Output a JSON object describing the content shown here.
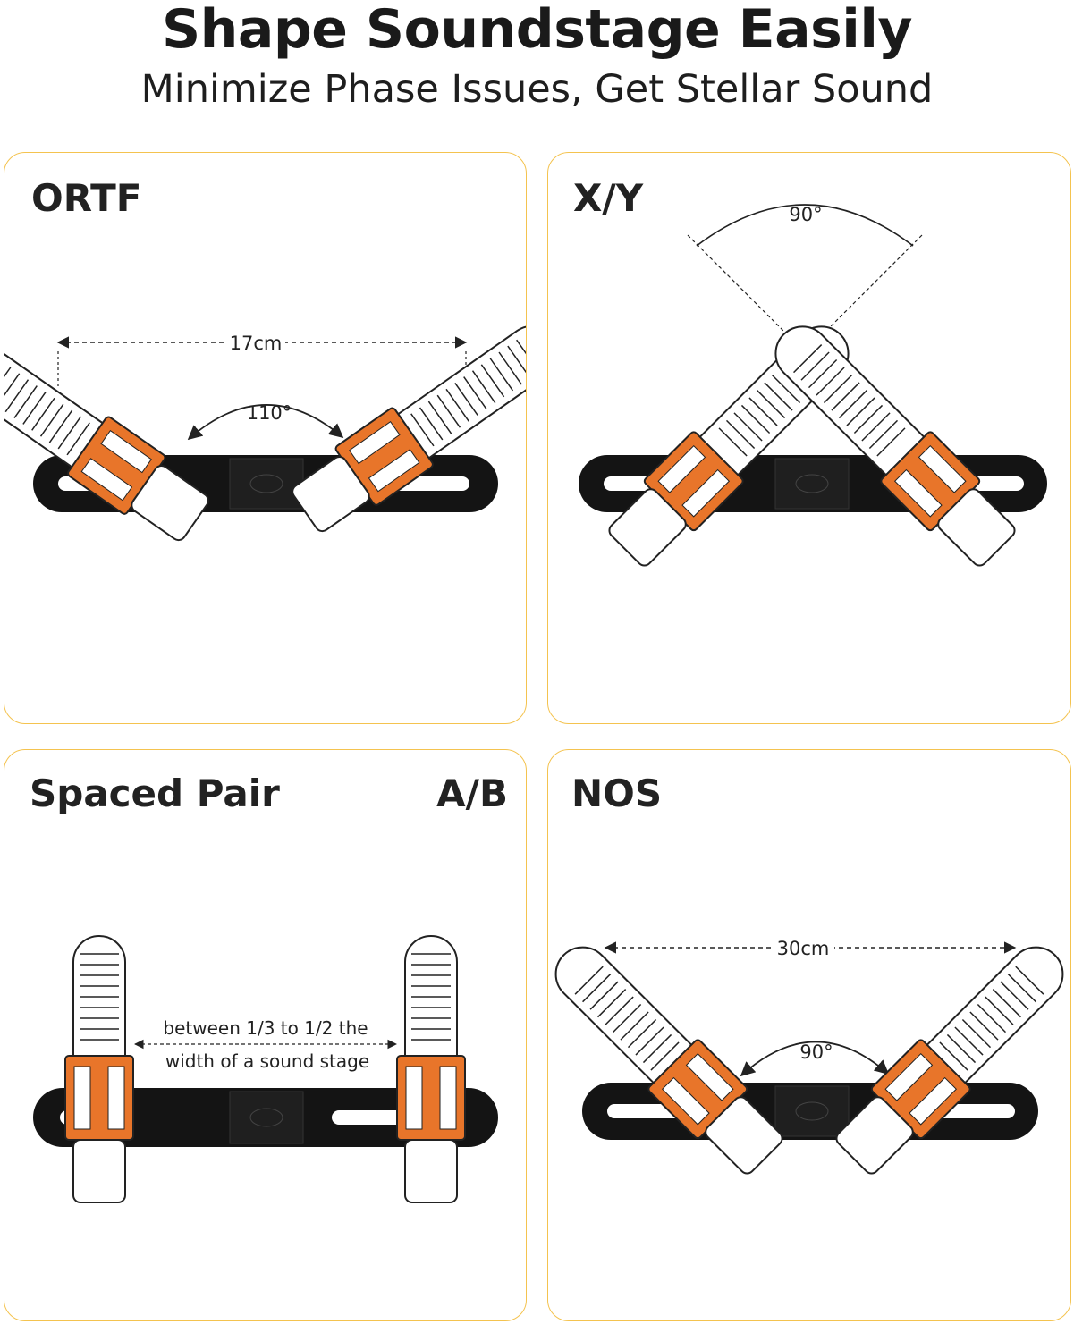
{
  "header": {
    "title": "Shape Soundstage Easily",
    "subtitle": "Minimize Phase Issues, Get Stellar Sound"
  },
  "panels": [
    {
      "title": "ORTF",
      "distance_label": "17cm",
      "angle_label": "110°",
      "angle_deg": 110
    },
    {
      "title": "X/Y",
      "angle_label": "90°",
      "angle_deg": 90
    },
    {
      "title": "Spaced Pair",
      "title_right": "A/B",
      "spacing_line1": "between 1/3 to 1/2 the",
      "spacing_line2": "width of a sound stage"
    },
    {
      "title": "NOS",
      "distance_label": "30cm",
      "angle_label": "90°",
      "angle_deg": 90
    }
  ],
  "colors": {
    "accent_orange": "#e8752a",
    "panel_border": "#f4c34f",
    "bar_black": "#141414",
    "text": "#1a1a1a"
  }
}
